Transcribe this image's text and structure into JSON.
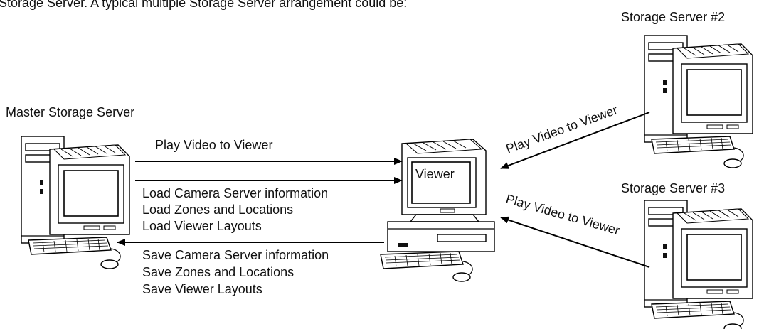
{
  "intro_text": "Storage Server. A typical multiple Storage Server arrangement could be:",
  "nodes": {
    "master": {
      "label": "Master Storage Server"
    },
    "viewer": {
      "label": "Viewer"
    },
    "storage2": {
      "label": "Storage Server #2"
    },
    "storage3": {
      "label": "Storage Server #3"
    }
  },
  "links": {
    "master_play": "Play Video to Viewer",
    "load_lines": [
      "Load Camera Server information",
      "Load Zones and Locations",
      "Load Viewer Layouts"
    ],
    "save_lines": [
      "Save Camera Server information",
      "Save Zones and Locations",
      "Save Viewer Layouts"
    ],
    "s2_play": "Play Video to Viewer",
    "s3_play": "Play Video to Viewer"
  },
  "icons": {
    "computer": "desktop-computer-icon"
  }
}
